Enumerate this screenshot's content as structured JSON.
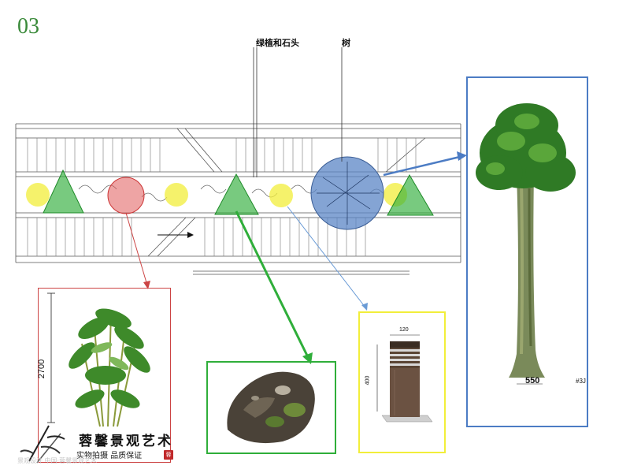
{
  "page": {
    "number": "03"
  },
  "callouts": {
    "plants_and_stones": "绿植和石头",
    "tree": "树"
  },
  "dimensions": {
    "palm_height": "2700",
    "bollard_width": "120",
    "bollard_height": "400",
    "tree_spread": "550",
    "tree_tag": "#3J"
  },
  "logo": {
    "title": "蓉馨景观艺术",
    "subtitle": "实物拍摄  品质保证",
    "watermark": "景观设计 中国·蓉馨景观艺术",
    "seal": "蓉"
  },
  "colors": {
    "red_marker": "#e05a5a",
    "green_marker": "#2fae3a",
    "yellow_marker": "#f2ee3a",
    "blue_marker": "#5b86c5",
    "page_number": "#3a8a3a"
  }
}
